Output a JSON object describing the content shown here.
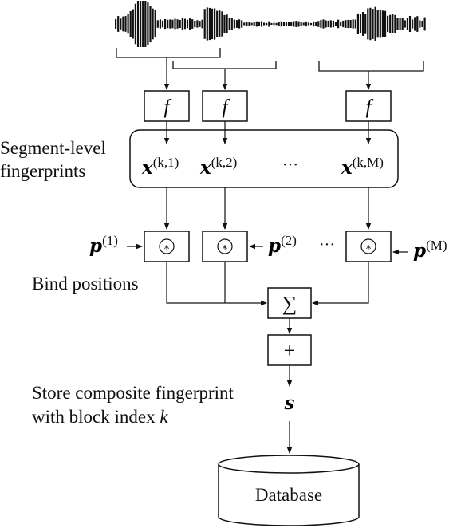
{
  "waveform_icon": "audio-waveform-icon",
  "function_label": "f",
  "group_label_line1": "Segment-level",
  "group_label_line2": "fingerprints",
  "fingerprint_symbol": "x",
  "fingerprints": [
    "(k,1)",
    "(k,2)",
    "(k,M)"
  ],
  "positions_symbol": "p",
  "positions": [
    "(1)",
    "(2)",
    "(M)"
  ],
  "ellipsis": "···",
  "bind_symbol": "⊛",
  "bind_label": "Bind positions",
  "sum_symbol": "∑",
  "plus_symbol": "+",
  "store_label_line1": "Store composite fingerprint",
  "store_label_line2": "with block index ",
  "store_label_var": "k",
  "output_symbol": "s",
  "database_label": "Database"
}
